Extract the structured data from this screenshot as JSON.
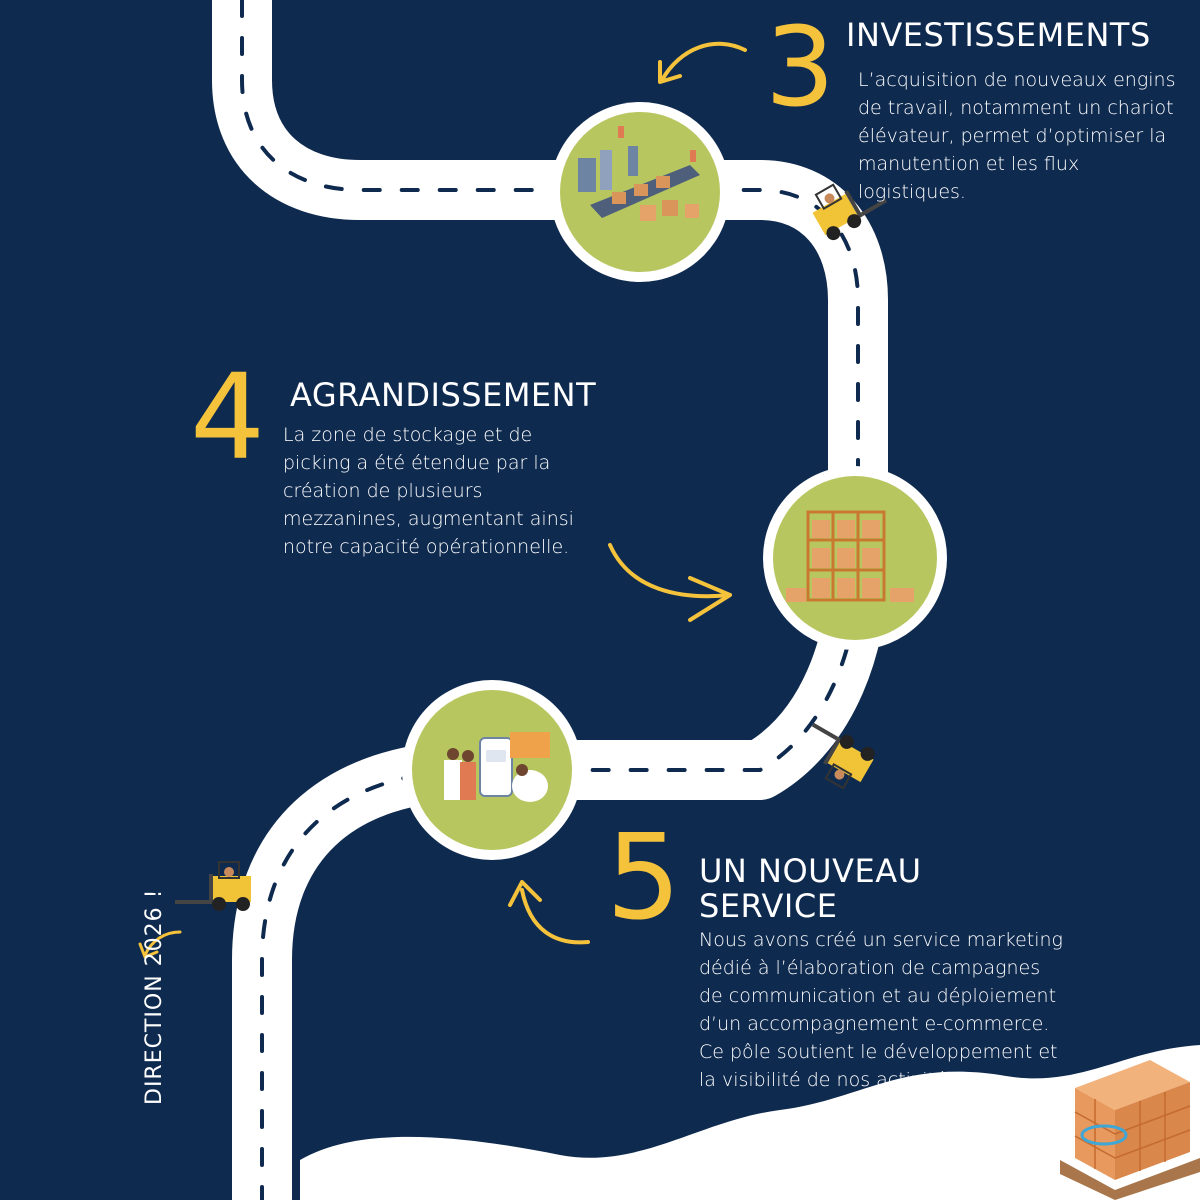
{
  "colors": {
    "background": "#0f2a4f",
    "accent": "#f5c23c",
    "road": "#ffffff",
    "circle": "#b8c660"
  },
  "steps": [
    {
      "number": "3",
      "title": "INVESTISSEMENTS",
      "text": "L’acquisition de nouveaux engins de travail, notamment un chariot élévateur, permet d’optimiser la manutention et les flux logistiques."
    },
    {
      "number": "4",
      "title": "AGRANDISSEMENT",
      "text": "La zone de stockage et de picking a été étendue par la création de plusieurs mezzanines, augmentant ainsi notre capacité opérationnelle."
    },
    {
      "number": "5",
      "title_line1": "UN NOUVEAU",
      "title_line2": "SERVICE",
      "text": "Nous avons créé un service marketing dédié à l’élaboration de campagnes de communication et au déploiement d’un accompagnement e-commerce. Ce pôle soutient le développement et la visibilité de nos activités."
    }
  ],
  "vertical_label": "DIRECTION 2026 !",
  "icons": [
    "factory-illustration",
    "warehouse-racks-illustration",
    "marketing-team-illustration",
    "forklift-icon",
    "pallet-boxes-logo"
  ]
}
